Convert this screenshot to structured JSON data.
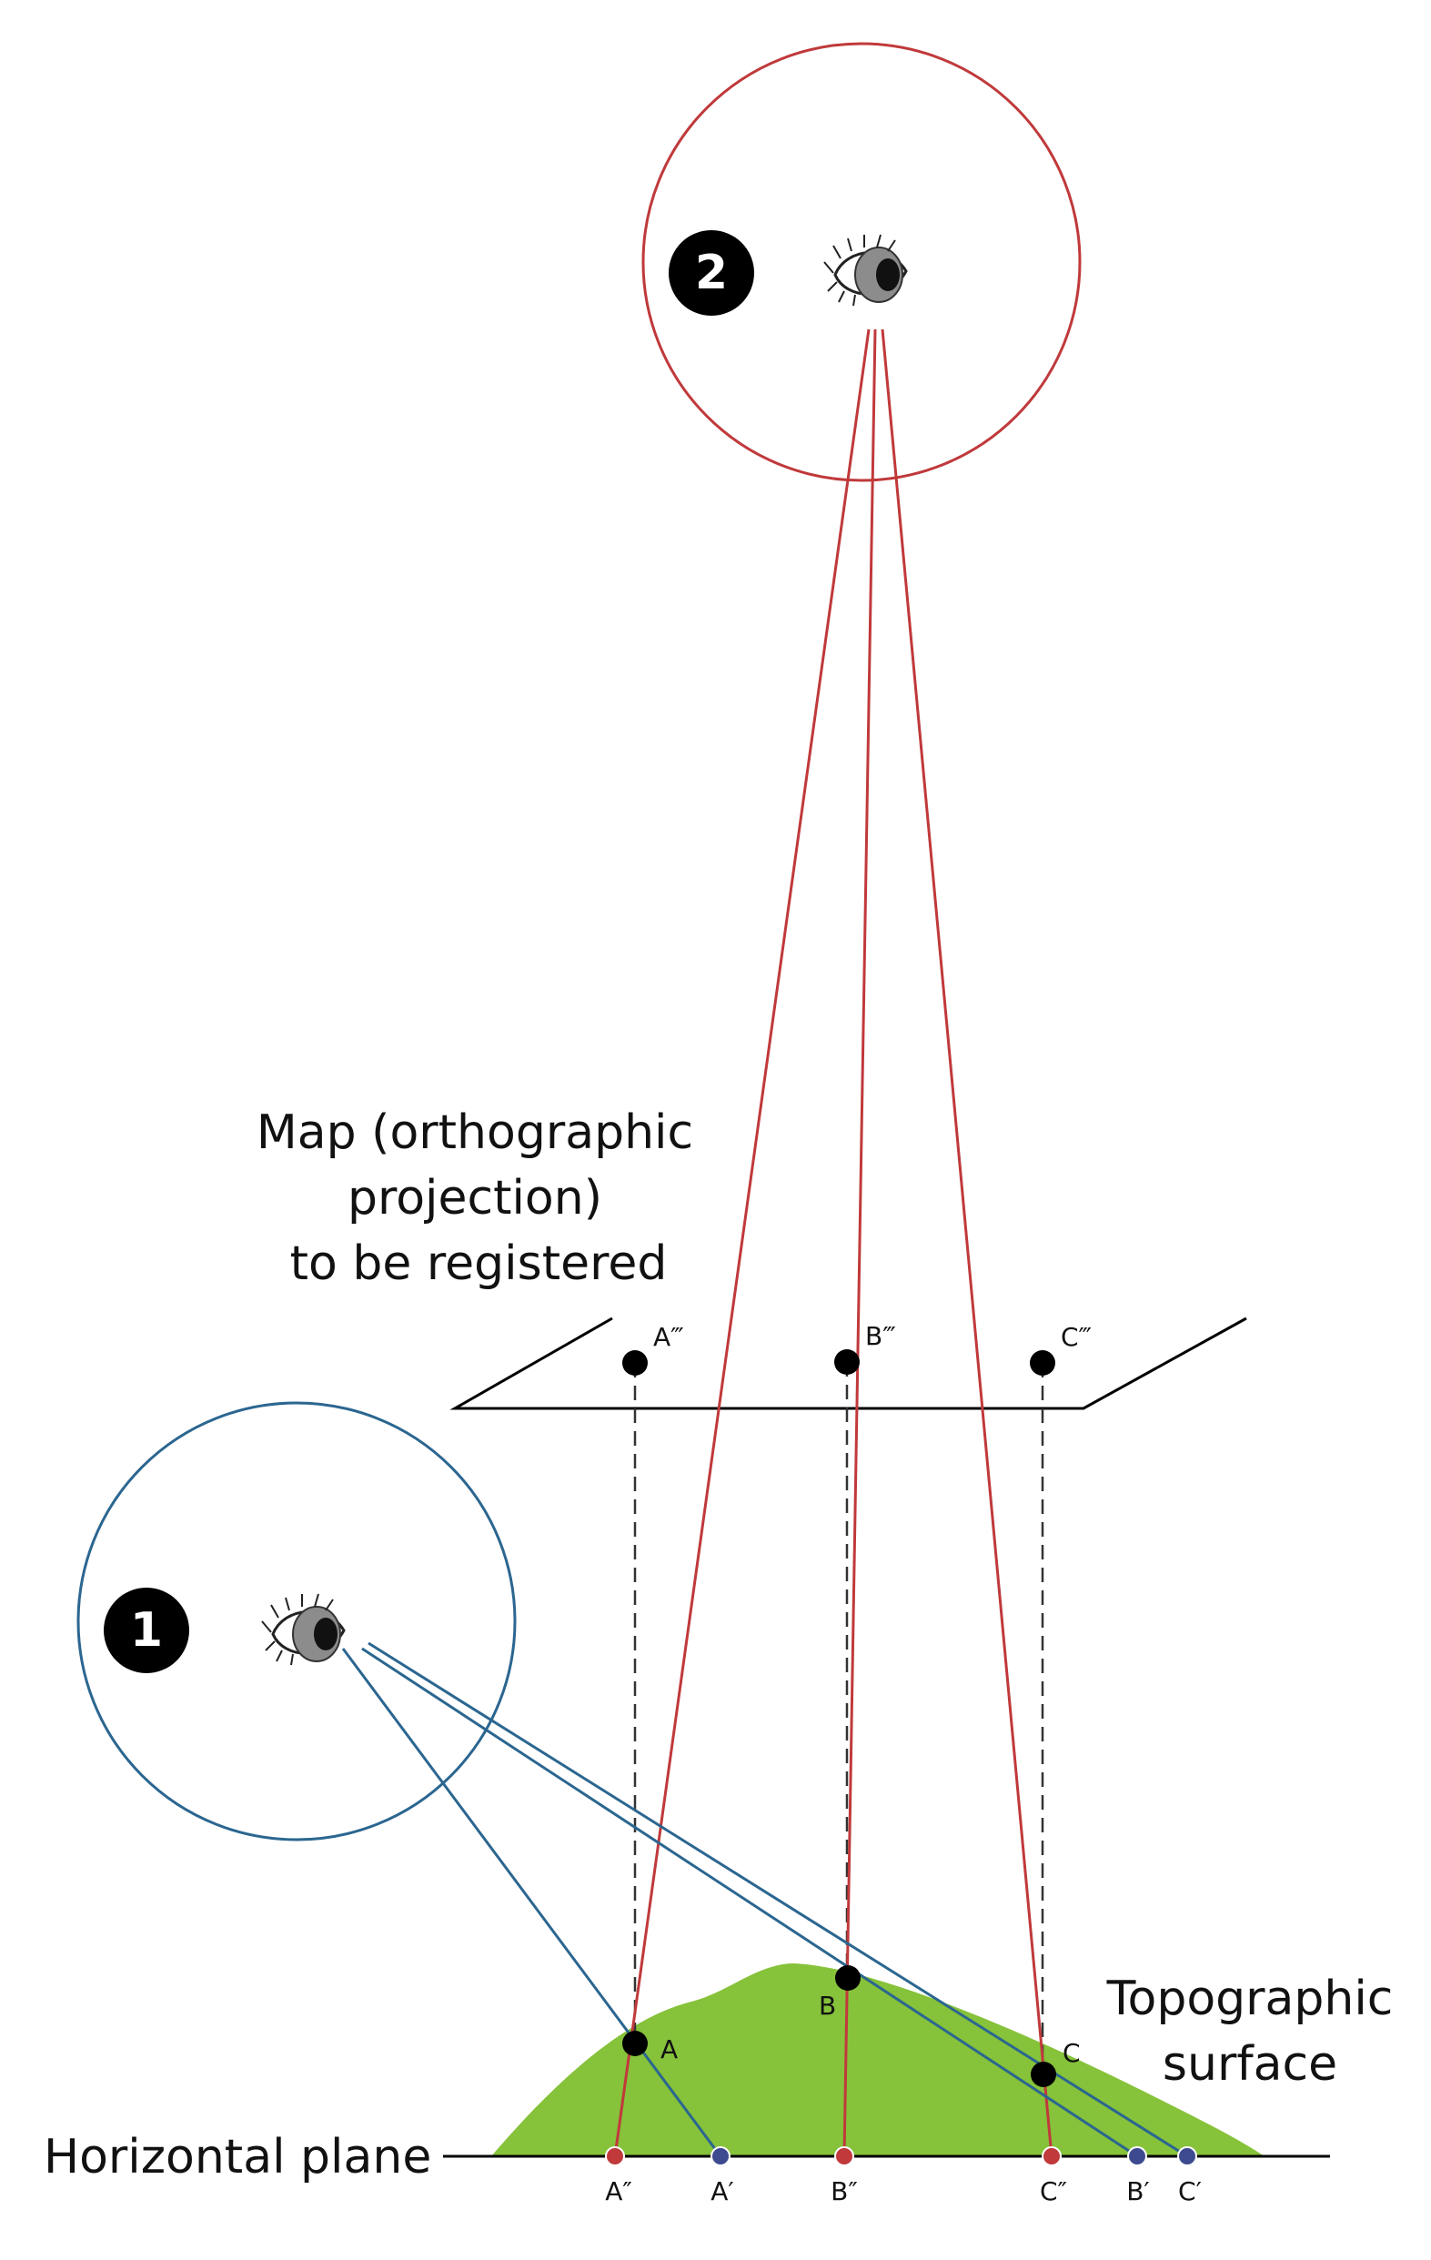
{
  "labels": {
    "map_line1": "Map (orthographic",
    "map_line2": "projection)",
    "map_line3": "to be registered",
    "topo_line1": "Topographic",
    "topo_line2": "surface",
    "horizontal_plane": "Horizontal plane"
  },
  "viewpoints": {
    "one": "1",
    "two": "2"
  },
  "points": {
    "A": "A",
    "B": "B",
    "C": "C",
    "A_map": "A‴",
    "B_map": "B‴",
    "C_map": "C‴",
    "A_ortho": "A″",
    "B_ortho": "B″",
    "C_ortho": "C″",
    "A_persp": "A′",
    "B_persp": "B′",
    "C_persp": "C′"
  },
  "colors": {
    "red": "#c0393b",
    "blue": "#2b6690",
    "green": "#86c23a",
    "navy_dot": "#3d4a8f",
    "black": "#000000"
  }
}
